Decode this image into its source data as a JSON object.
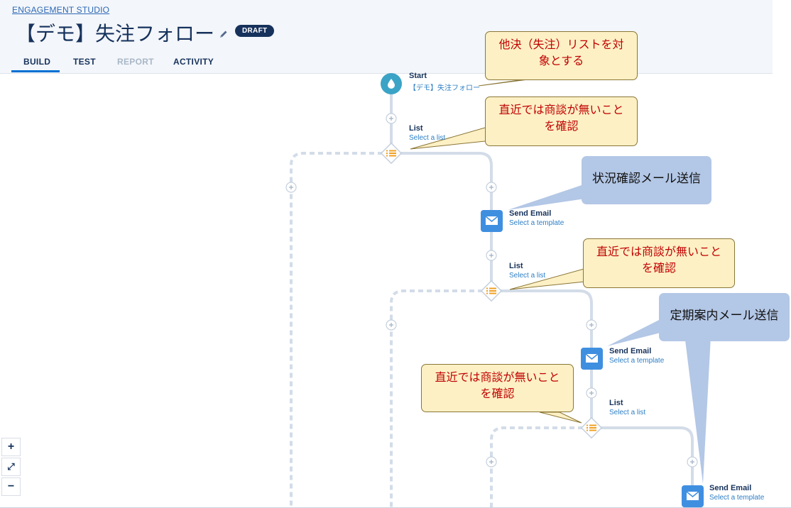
{
  "breadcrumb": "ENGAGEMENT STUDIO",
  "title": "【デモ】失注フォロー",
  "status_badge": "DRAFT",
  "tabs": [
    {
      "label": "BUILD",
      "active": true
    },
    {
      "label": "TEST"
    },
    {
      "label": "REPORT",
      "disabled": true
    },
    {
      "label": "ACTIVITY"
    }
  ],
  "nodes": {
    "start": {
      "title": "Start",
      "subtitle": "【デモ】失注フォロー"
    },
    "list1": {
      "title": "List",
      "subtitle": "Select a list"
    },
    "email1": {
      "title": "Send Email",
      "subtitle": "Select a template"
    },
    "list2": {
      "title": "List",
      "subtitle": "Select a list"
    },
    "email2": {
      "title": "Send Email",
      "subtitle": "Select a template"
    },
    "list3": {
      "title": "List",
      "subtitle": "Select a list"
    },
    "email3": {
      "title": "Send Email",
      "subtitle": "Select a template"
    }
  },
  "callouts": {
    "c1": {
      "line1": "他決（失注）リストを対",
      "line2": "象とする"
    },
    "c2": {
      "line1": "直近では商談が無いこと",
      "line2": "を確認"
    },
    "c3": {
      "text": "状況確認メール送信"
    },
    "c4": {
      "line1": "直近では商談が無いこと",
      "line2": "を確認"
    },
    "c5": {
      "text": "定期案内メール送信"
    },
    "c6": {
      "line1": "直近では商談が無いこと",
      "line2": "を確認"
    }
  },
  "zoom_controls": {
    "in": "+",
    "fit": "⤢",
    "out": "−"
  },
  "colors": {
    "accent": "#0070d2",
    "navy": "#16325c",
    "start": "#3ba3c6",
    "email": "#1b96ff",
    "list_icon": "#f0a020",
    "connector": "#d3dce8"
  }
}
